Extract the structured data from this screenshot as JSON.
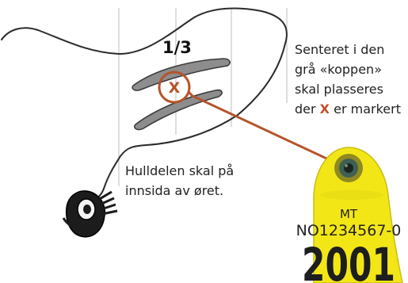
{
  "fraction_label": "1/3",
  "marker_label": "X",
  "instruction": {
    "line1": "Senteret i den",
    "line2": "grå «koppen»",
    "line3": "skal plasseres",
    "line4_before": "der ",
    "line4_marker": "X",
    "line4_after": " er markert"
  },
  "note": {
    "line1": "Hulldelen skal på",
    "line2": "innsida av øret."
  },
  "ear_tag": {
    "line1": "MT",
    "line2": "NO1234567-0",
    "number": "2001"
  },
  "colors": {
    "tag_yellow": "#f3e617",
    "marker_red": "#b5532a",
    "guide_grey": "#bdbdbd",
    "ear_outline": "#2a2a2a"
  }
}
